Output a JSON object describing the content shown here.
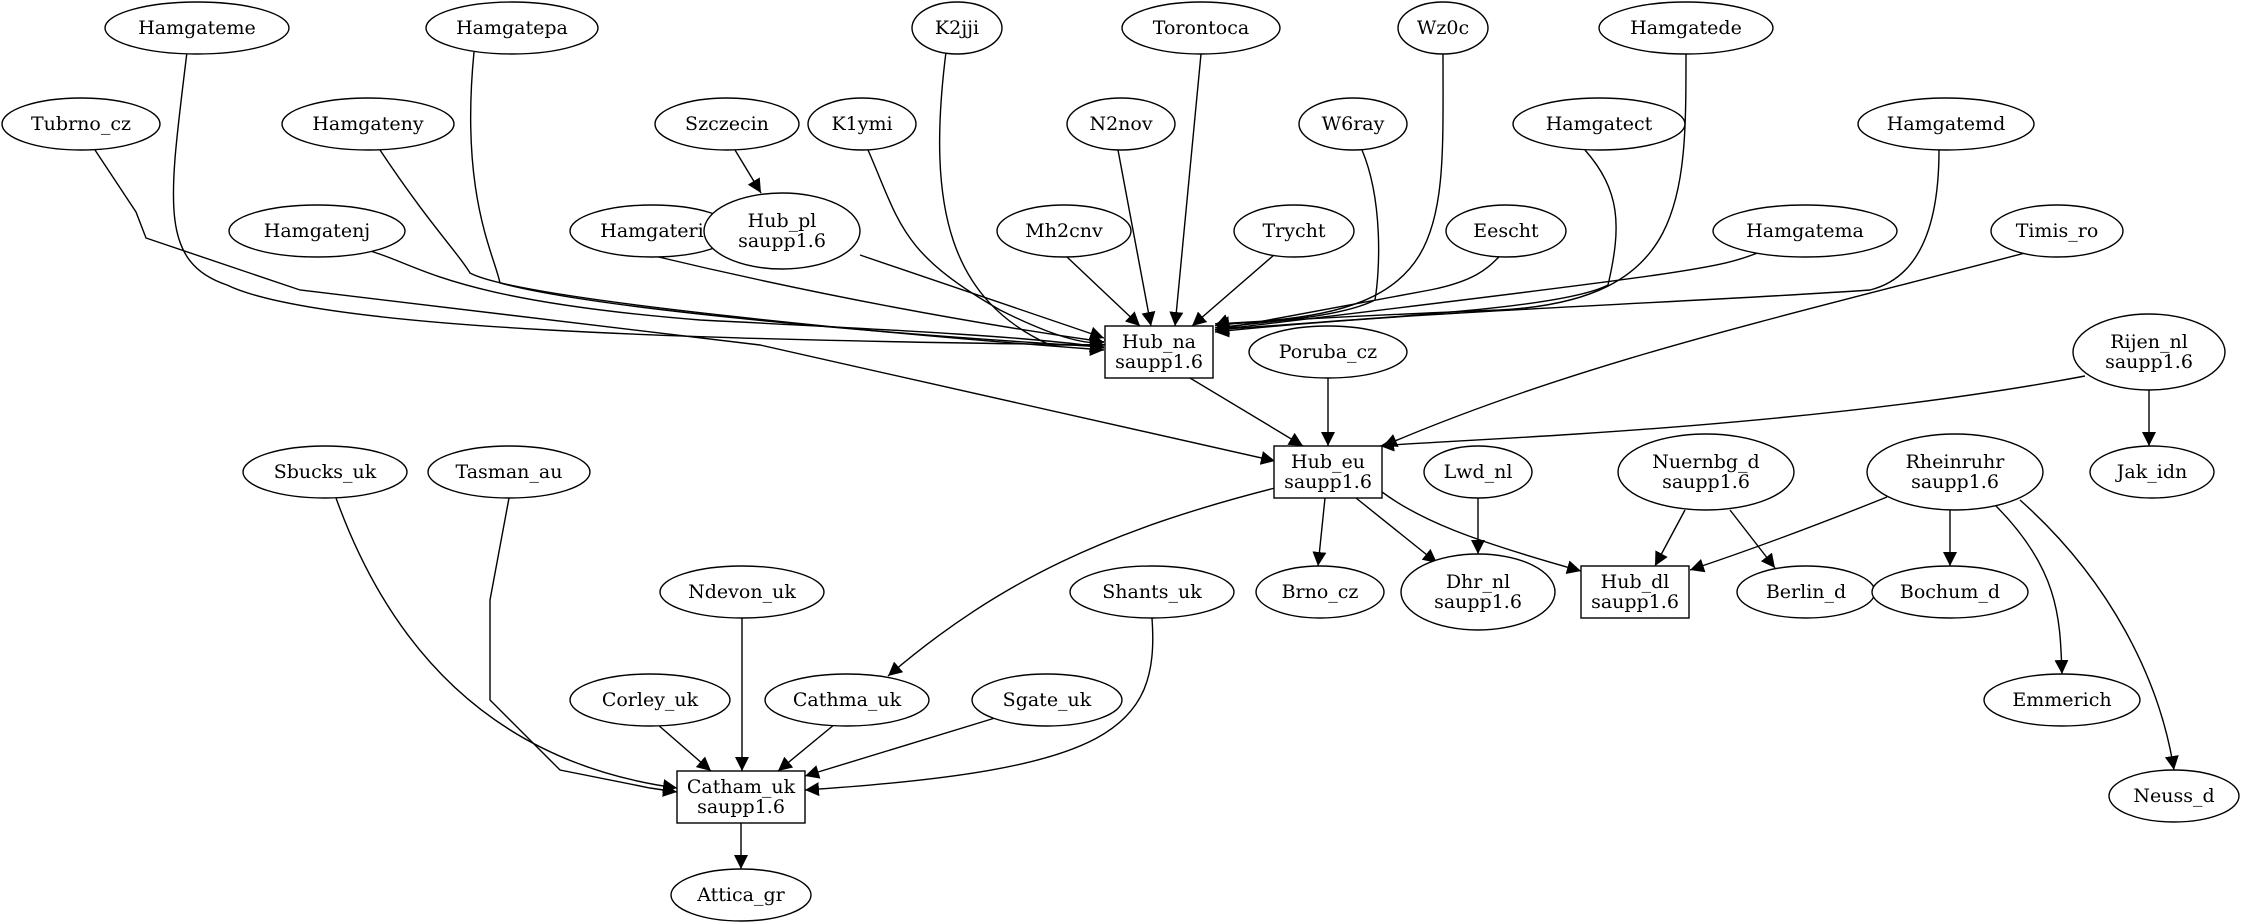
{
  "diagram": {
    "colors": {
      "stroke": "#000000",
      "fill": "#ffffff",
      "text": "#000000"
    },
    "nodes": [
      {
        "id": "hamgateme",
        "shape": "ellipse",
        "lines": [
          "Hamgateme"
        ]
      },
      {
        "id": "hamgatepa",
        "shape": "ellipse",
        "lines": [
          "Hamgatepa"
        ]
      },
      {
        "id": "k2jji",
        "shape": "ellipse",
        "lines": [
          "K2jji"
        ]
      },
      {
        "id": "torontoca",
        "shape": "ellipse",
        "lines": [
          "Torontoca"
        ]
      },
      {
        "id": "wz0c",
        "shape": "ellipse",
        "lines": [
          "Wz0c"
        ]
      },
      {
        "id": "hamgatede",
        "shape": "ellipse",
        "lines": [
          "Hamgatede"
        ]
      },
      {
        "id": "tubrno_cz",
        "shape": "ellipse",
        "lines": [
          "Tubrno_cz"
        ]
      },
      {
        "id": "hamgateny",
        "shape": "ellipse",
        "lines": [
          "Hamgateny"
        ]
      },
      {
        "id": "szczecin",
        "shape": "ellipse",
        "lines": [
          "Szczecin"
        ]
      },
      {
        "id": "k1ymi",
        "shape": "ellipse",
        "lines": [
          "K1ymi"
        ]
      },
      {
        "id": "n2nov",
        "shape": "ellipse",
        "lines": [
          "N2nov"
        ]
      },
      {
        "id": "w6ray",
        "shape": "ellipse",
        "lines": [
          "W6ray"
        ]
      },
      {
        "id": "hamgatect",
        "shape": "ellipse",
        "lines": [
          "Hamgatect"
        ]
      },
      {
        "id": "hamgatemd",
        "shape": "ellipse",
        "lines": [
          "Hamgatemd"
        ]
      },
      {
        "id": "hamgatenj",
        "shape": "ellipse",
        "lines": [
          "Hamgatenj"
        ]
      },
      {
        "id": "hamgateri",
        "shape": "ellipse",
        "lines": [
          "Hamgateri"
        ]
      },
      {
        "id": "hub_pl",
        "shape": "ellipse",
        "lines": [
          "Hub_pl",
          "saupp1.6"
        ]
      },
      {
        "id": "mh2cnv",
        "shape": "ellipse",
        "lines": [
          "Mh2cnv"
        ]
      },
      {
        "id": "trycht",
        "shape": "ellipse",
        "lines": [
          "Trycht"
        ]
      },
      {
        "id": "eescht",
        "shape": "ellipse",
        "lines": [
          "Eescht"
        ]
      },
      {
        "id": "hamgatema",
        "shape": "ellipse",
        "lines": [
          "Hamgatema"
        ]
      },
      {
        "id": "timis_ro",
        "shape": "ellipse",
        "lines": [
          "Timis_ro"
        ]
      },
      {
        "id": "hub_na",
        "shape": "box",
        "lines": [
          "Hub_na",
          "saupp1.6"
        ]
      },
      {
        "id": "poruba_cz",
        "shape": "ellipse",
        "lines": [
          "Poruba_cz"
        ]
      },
      {
        "id": "rijen_nl",
        "shape": "ellipse",
        "lines": [
          "Rijen_nl",
          "saupp1.6"
        ]
      },
      {
        "id": "hub_eu",
        "shape": "box",
        "lines": [
          "Hub_eu",
          "saupp1.6"
        ]
      },
      {
        "id": "lwd_nl",
        "shape": "ellipse",
        "lines": [
          "Lwd_nl"
        ]
      },
      {
        "id": "nuernbg_d",
        "shape": "ellipse",
        "lines": [
          "Nuernbg_d",
          "saupp1.6"
        ]
      },
      {
        "id": "rheinruhr",
        "shape": "ellipse",
        "lines": [
          "Rheinruhr",
          "saupp1.6"
        ]
      },
      {
        "id": "jak_idn",
        "shape": "ellipse",
        "lines": [
          "Jak_idn"
        ]
      },
      {
        "id": "sbucks_uk",
        "shape": "ellipse",
        "lines": [
          "Sbucks_uk"
        ]
      },
      {
        "id": "tasman_au",
        "shape": "ellipse",
        "lines": [
          "Tasman_au"
        ]
      },
      {
        "id": "brno_cz",
        "shape": "ellipse",
        "lines": [
          "Brno_cz"
        ]
      },
      {
        "id": "dhr_nl",
        "shape": "ellipse",
        "lines": [
          "Dhr_nl",
          "saupp1.6"
        ]
      },
      {
        "id": "hub_dl",
        "shape": "box",
        "lines": [
          "Hub_dl",
          "saupp1.6"
        ]
      },
      {
        "id": "berlin_d",
        "shape": "ellipse",
        "lines": [
          "Berlin_d"
        ]
      },
      {
        "id": "bochum_d",
        "shape": "ellipse",
        "lines": [
          "Bochum_d"
        ]
      },
      {
        "id": "ndevon_uk",
        "shape": "ellipse",
        "lines": [
          "Ndevon_uk"
        ]
      },
      {
        "id": "shants_uk",
        "shape": "ellipse",
        "lines": [
          "Shants_uk"
        ]
      },
      {
        "id": "emmerich",
        "shape": "ellipse",
        "lines": [
          "Emmerich"
        ]
      },
      {
        "id": "corley_uk",
        "shape": "ellipse",
        "lines": [
          "Corley_uk"
        ]
      },
      {
        "id": "cathma_uk",
        "shape": "ellipse",
        "lines": [
          "Cathma_uk"
        ]
      },
      {
        "id": "sgate_uk",
        "shape": "ellipse",
        "lines": [
          "Sgate_uk"
        ]
      },
      {
        "id": "catham_uk",
        "shape": "box",
        "lines": [
          "Catham_uk",
          "saupp1.6"
        ]
      },
      {
        "id": "neuss_d",
        "shape": "ellipse",
        "lines": [
          "Neuss_d"
        ]
      },
      {
        "id": "attica_gr",
        "shape": "ellipse",
        "lines": [
          "Attica_gr"
        ]
      }
    ],
    "edges": [
      {
        "from": "hamgateme",
        "to": "hub_na"
      },
      {
        "from": "hamgatepa",
        "to": "hub_na"
      },
      {
        "from": "k2jji",
        "to": "hub_na"
      },
      {
        "from": "torontoca",
        "to": "hub_na"
      },
      {
        "from": "wz0c",
        "to": "hub_na"
      },
      {
        "from": "hamgatede",
        "to": "hub_na"
      },
      {
        "from": "hamgateny",
        "to": "hub_na"
      },
      {
        "from": "szczecin",
        "to": "hub_pl"
      },
      {
        "from": "k1ymi",
        "to": "hub_na"
      },
      {
        "from": "n2nov",
        "to": "hub_na"
      },
      {
        "from": "w6ray",
        "to": "hub_na"
      },
      {
        "from": "hamgatect",
        "to": "hub_na"
      },
      {
        "from": "hamgatemd",
        "to": "hub_na"
      },
      {
        "from": "hamgatenj",
        "to": "hub_na"
      },
      {
        "from": "hamgateri",
        "to": "hub_na"
      },
      {
        "from": "hub_pl",
        "to": "hub_na"
      },
      {
        "from": "mh2cnv",
        "to": "hub_na"
      },
      {
        "from": "trycht",
        "to": "hub_na"
      },
      {
        "from": "eescht",
        "to": "hub_na"
      },
      {
        "from": "hamgatema",
        "to": "hub_na"
      },
      {
        "from": "tubrno_cz",
        "to": "hub_eu"
      },
      {
        "from": "hub_na",
        "to": "hub_eu"
      },
      {
        "from": "poruba_cz",
        "to": "hub_eu"
      },
      {
        "from": "timis_ro",
        "to": "hub_eu"
      },
      {
        "from": "rijen_nl",
        "to": "hub_eu"
      },
      {
        "from": "rijen_nl",
        "to": "jak_idn"
      },
      {
        "from": "hub_eu",
        "to": "brno_cz"
      },
      {
        "from": "hub_eu",
        "to": "dhr_nl"
      },
      {
        "from": "hub_eu",
        "to": "hub_dl"
      },
      {
        "from": "hub_eu",
        "to": "cathma_uk"
      },
      {
        "from": "lwd_nl",
        "to": "dhr_nl"
      },
      {
        "from": "nuernbg_d",
        "to": "hub_dl"
      },
      {
        "from": "nuernbg_d",
        "to": "berlin_d"
      },
      {
        "from": "rheinruhr",
        "to": "hub_dl"
      },
      {
        "from": "rheinruhr",
        "to": "bochum_d"
      },
      {
        "from": "rheinruhr",
        "to": "emmerich"
      },
      {
        "from": "rheinruhr",
        "to": "neuss_d"
      },
      {
        "from": "sbucks_uk",
        "to": "catham_uk"
      },
      {
        "from": "tasman_au",
        "to": "catham_uk"
      },
      {
        "from": "ndevon_uk",
        "to": "catham_uk"
      },
      {
        "from": "shants_uk",
        "to": "catham_uk"
      },
      {
        "from": "corley_uk",
        "to": "catham_uk"
      },
      {
        "from": "cathma_uk",
        "to": "catham_uk"
      },
      {
        "from": "sgate_uk",
        "to": "catham_uk"
      },
      {
        "from": "catham_uk",
        "to": "attica_gr"
      }
    ]
  }
}
